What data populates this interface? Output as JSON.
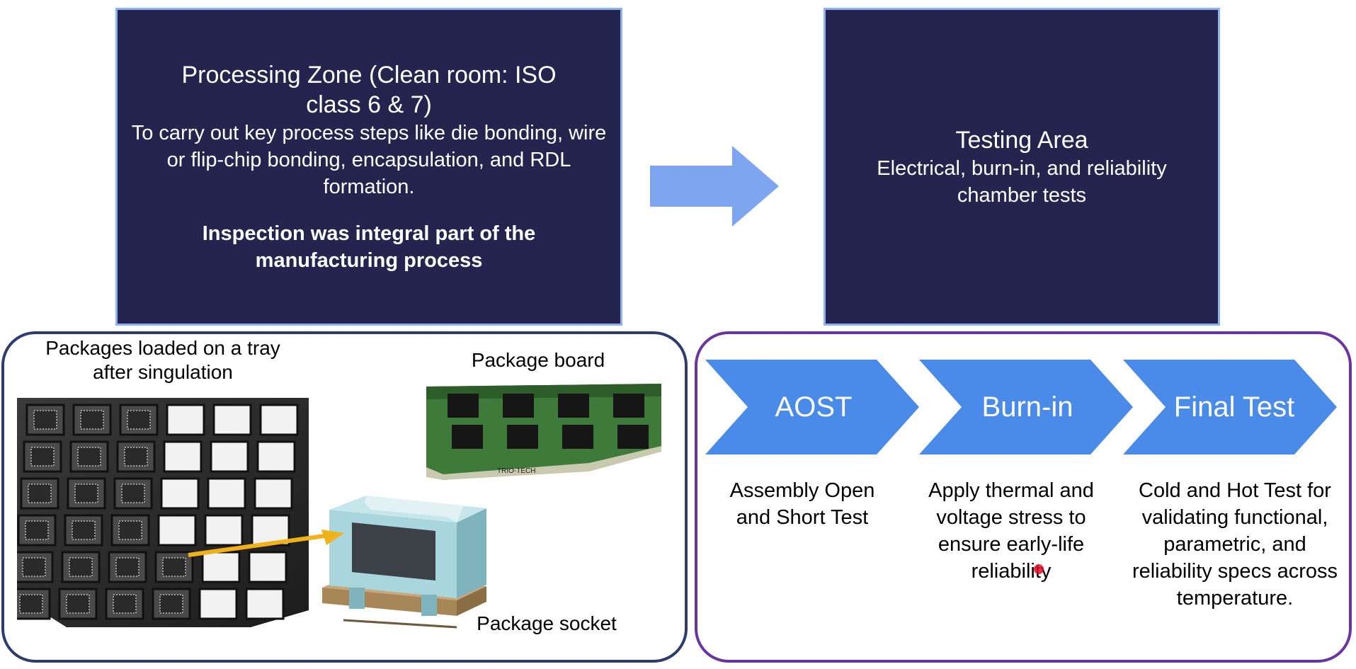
{
  "colors": {
    "navy": "#24244f",
    "box_border": "#8eb1ef",
    "arrow": "#7ea6ef",
    "chevron": "#4a8ae8",
    "left_panel_border": "#2f3c6b",
    "right_panel_border": "#6a35a0",
    "connector": "#f0b21a",
    "cursor": "#e0102a"
  },
  "processing": {
    "title": "Processing Zone (Clean room: ISO class 6 & 7)",
    "description": "To carry out key process steps like die bonding, wire or flip-chip bonding, encapsulation, and RDL formation.",
    "note": "Inspection was integral part of the manufacturing process"
  },
  "testing": {
    "title": "Testing Area",
    "description": "Electrical, burn-in, and reliability chamber tests"
  },
  "photos": {
    "tray_caption": "Packages loaded on a tray after singulation",
    "board_caption": "Package board",
    "socket_caption": "Package socket",
    "board_brand": "TRIO-TECH"
  },
  "steps": [
    {
      "label": "AOST",
      "description": "Assembly Open and Short Test"
    },
    {
      "label": "Burn-in",
      "description": "Apply thermal and voltage stress to ensure early-life reliability"
    },
    {
      "label": "Final Test",
      "description": "Cold and Hot Test for validating functional, parametric, and reliability specs across temperature."
    }
  ]
}
